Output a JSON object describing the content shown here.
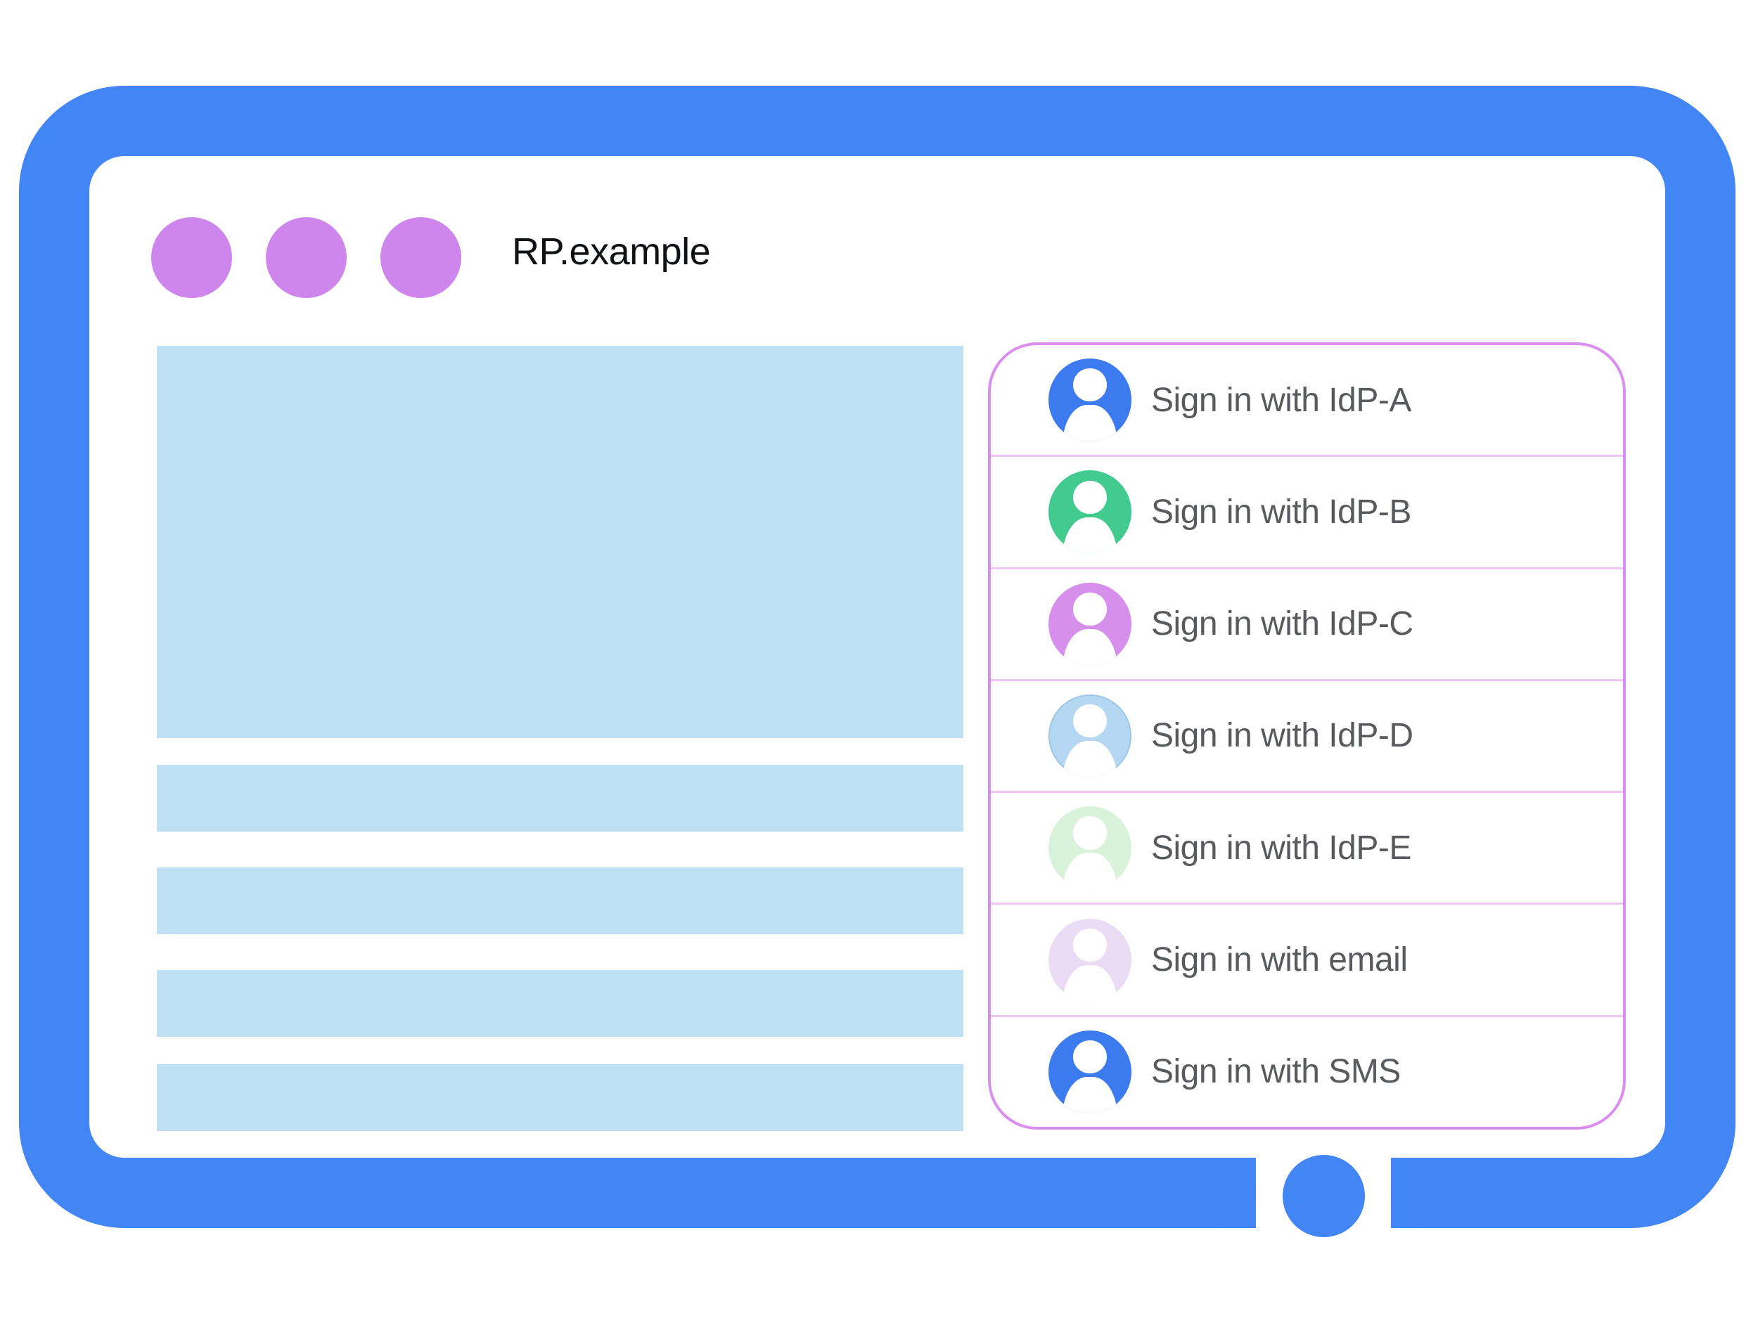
{
  "window": {
    "title": "RP.example"
  },
  "signin_panel": {
    "options": [
      {
        "label": "Sign in with IdP-A",
        "avatar_color": "#3B7AEF"
      },
      {
        "label": "Sign in with IdP-B",
        "avatar_color": "#42CB8E"
      },
      {
        "label": "Sign in with IdP-C",
        "avatar_color": "#D78FEC"
      },
      {
        "label": "Sign in with IdP-D",
        "avatar_color": "#B4D8F1",
        "avatar_ring_color": "#9FC8E8"
      },
      {
        "label": "Sign in with IdP-E",
        "avatar_color": "#D9F3DA"
      },
      {
        "label": "Sign in with email",
        "avatar_color": "#EBDCF6"
      },
      {
        "label": "Sign in with SMS",
        "avatar_color": "#3B7AEF"
      }
    ]
  },
  "colors": {
    "frame_blue": "#4285F4",
    "dot_orchid": "#CE86ED",
    "placeholder_blue": "#BDE0F4",
    "panel_border_pink": "#DA8FF0",
    "panel_divider_pink": "#F0C5F6",
    "label_gray": "#595A5D",
    "title_black": "#101114",
    "person_white": "#FFFFFF"
  }
}
